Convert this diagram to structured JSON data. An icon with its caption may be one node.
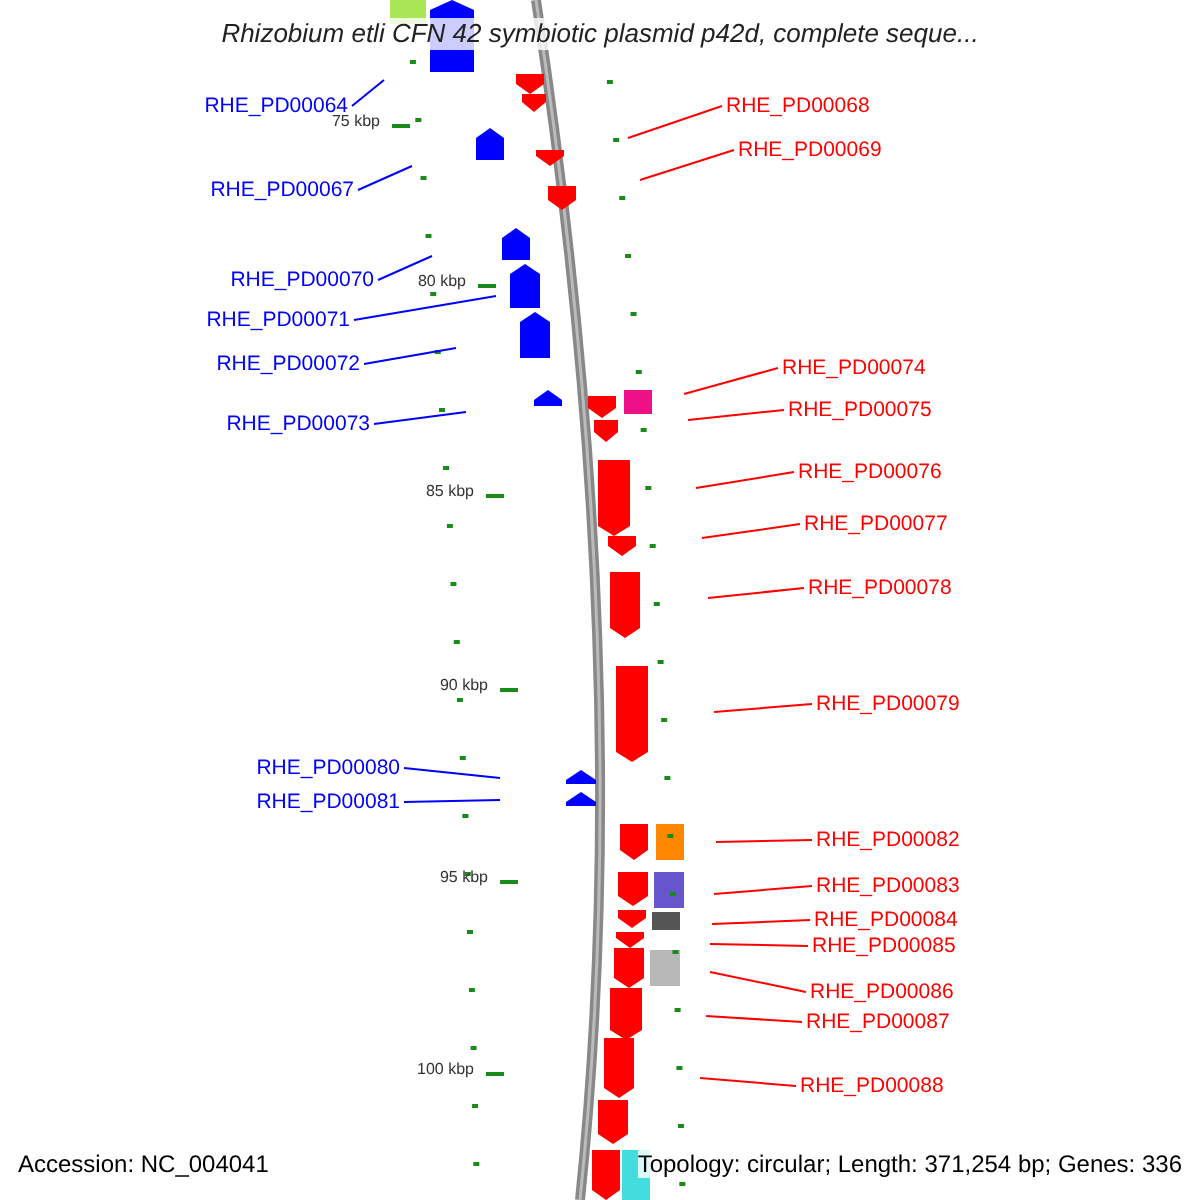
{
  "diagram": {
    "title": "Rhizobium etli CFN 42 symbiotic plasmid p42d, complete seque...",
    "nodes": [
      {
        "text": [
          "RHE_PD00064"
        ]
      },
      {
        "text": [
          "RHE_PD00068"
        ]
      },
      {
        "text": [
          "RHE_PD00069"
        ]
      },
      {
        "text": [
          "RHE_PD00067"
        ]
      },
      {
        "text": [
          "RHE_PD00070"
        ]
      },
      {
        "text": [
          "RHE_PD00071"
        ]
      },
      {
        "text": [
          "RHE_PD00072"
        ]
      },
      {
        "text": [
          "RHE_PD00074"
        ]
      },
      {
        "text": [
          "RHE_PD00075"
        ]
      },
      {
        "text": [
          "RHE_PD00073"
        ]
      },
      {
        "text": [
          "RHE_PD00076"
        ]
      },
      {
        "text": [
          "RHE_PD00077"
        ]
      },
      {
        "text": [
          "RHE_PD00078"
        ]
      },
      {
        "text": [
          "RHE_PD00079"
        ]
      },
      {
        "text": [
          "RHE_PD00080"
        ]
      },
      {
        "text": [
          "RHE_PD00081"
        ]
      },
      {
        "text": [
          "RHE_PD00082"
        ]
      },
      {
        "text": [
          "RHE_PD00083"
        ]
      },
      {
        "text": [
          "RHE_PD00084"
        ]
      },
      {
        "text": [
          "RHE_PD00085"
        ]
      },
      {
        "text": [
          "RHE_PD00086"
        ]
      },
      {
        "text": [
          "RHE_PD00087"
        ]
      },
      {
        "text": [
          "RHE_PD00088"
        ]
      }
    ],
    "edges": [
      {
        "from": 0,
        "to": null,
        "arrow": "none",
        "color": "#0000ff"
      },
      {
        "from": 1,
        "to": null,
        "arrow": "none"
      },
      {
        "from": 2,
        "to": null,
        "arrow": "none"
      },
      {
        "from": 3,
        "to": null,
        "arrow": "none",
        "color": "#0000ff"
      },
      {
        "from": 4,
        "to": null,
        "arrow": "none",
        "color": "#0000ff"
      },
      {
        "from": 5,
        "to": null,
        "arrow": "none",
        "color": "#0000ff"
      },
      {
        "from": 6,
        "to": null,
        "arrow": "none",
        "color": "#0000ff"
      },
      {
        "from": 7,
        "to": null,
        "arrow": "none"
      },
      {
        "from": 8,
        "to": null,
        "arrow": "none"
      },
      {
        "from": 9,
        "to": null,
        "arrow": "none",
        "color": "#0000ff"
      },
      {
        "from": 10,
        "to": null,
        "arrow": "none"
      },
      {
        "from": 11,
        "to": null,
        "arrow": "none"
      },
      {
        "from": 12,
        "to": null,
        "arrow": "none"
      },
      {
        "from": 13,
        "to": null,
        "arrow": "none"
      },
      {
        "from": 14,
        "to": null,
        "arrow": "none",
        "color": "#0000ff"
      },
      {
        "from": 15,
        "to": null,
        "arrow": "none",
        "color": "#0000ff"
      },
      {
        "from": 16,
        "to": null,
        "arrow": "none"
      },
      {
        "from": 17,
        "to": null,
        "arrow": "none"
      },
      {
        "from": 18,
        "to": null,
        "arrow": "none"
      },
      {
        "from": 19,
        "to": null,
        "arrow": "none"
      },
      {
        "from": 20,
        "to": null,
        "arrow": "none"
      },
      {
        "from": 21,
        "to": null,
        "arrow": "none"
      },
      {
        "from": 22,
        "to": null,
        "arrow": "none"
      }
    ],
    "labels": [
      "75 kbp",
      "80 kbp",
      "85 kbp",
      "90 kbp",
      "95 kbp",
      "100 kbp",
      "Accession: NC_004041",
      "Topology: circular; Length: 371,254 bp; Genes: 336"
    ]
  }
}
